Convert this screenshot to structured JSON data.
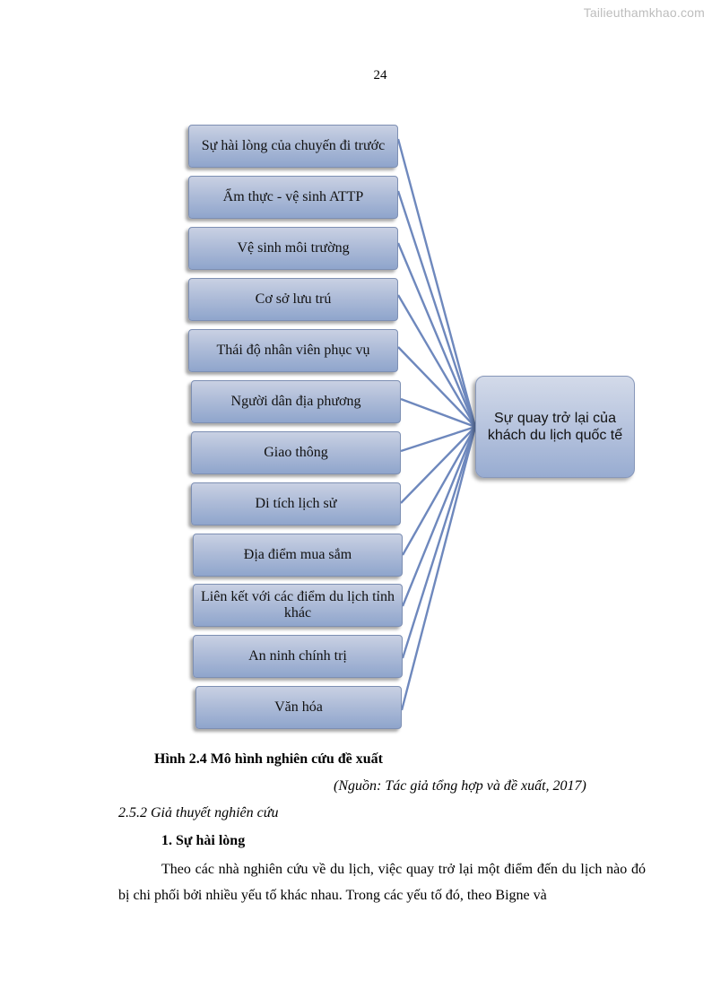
{
  "watermark": "Tailieuthamkhao.com",
  "page_number": "24",
  "figure": {
    "factors": [
      "Sự hài lòng của chuyến đi trước",
      "Ẩm thực - vệ sinh ATTP",
      "Vệ sinh môi trường",
      "Cơ sở lưu trú",
      "Thái độ nhân viên phục vụ",
      "Người dân địa phương",
      "Giao thông",
      "Di tích lịch sử",
      "Địa điểm mua sắm",
      "Liên kết với các điểm du lịch tỉnh khác",
      "An ninh chính trị",
      "Văn hóa"
    ],
    "outcome": "Sự quay trở lại của khách du lịch quốc tế",
    "caption": "Hình 2.4 Mô hình nghiên cứu đề xuất",
    "source": "(Nguồn: Tác giả tổng hợp và đề xuất, 2017)"
  },
  "section_heading": "2.5.2 Giả thuyết nghiên cứu",
  "subsection_heading": "1. Sự hài lòng",
  "paragraph": "Theo các nhà nghiên cứu về du lịch, việc quay trở lại một điểm đến du lịch nào đó bị chi phối bởi nhiều yếu tố khác nhau. Trong các yếu tố đó, theo Bigne và",
  "colors": {
    "box_fill": "#aebcd8",
    "box_border": "#7d8fb3",
    "connector": "#6e88bd"
  }
}
